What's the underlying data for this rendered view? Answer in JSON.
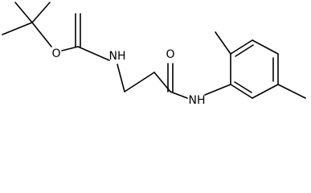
{
  "molecule": {
    "atoms": {
      "ether_o": "O",
      "carbamate_nh": "NH",
      "carbonyl_o_amide": "O",
      "amide_nh": "NH"
    }
  }
}
